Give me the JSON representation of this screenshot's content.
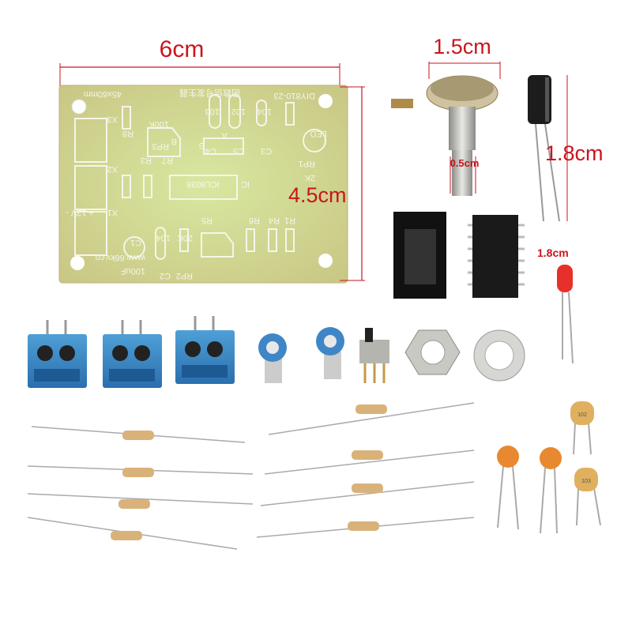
{
  "dimensions": {
    "pcb_width": "6cm",
    "pcb_height": "4.5cm",
    "pot_width": "1.5cm",
    "pot_shaft": "0.5cm",
    "capacitor_height": "1.8cm",
    "led_height": "1.8cm"
  },
  "pcb": {
    "chip": "ICL8038",
    "ic": "IC",
    "rp1": "RP1",
    "rp1_value": "2K",
    "rp2": "RP2",
    "rp2_value": "20K",
    "rp3": "RP3",
    "rp3_value": "100K",
    "switch": "S",
    "switch_a": "A",
    "switch_b": "B",
    "led": "LED",
    "c1": "C1",
    "c1_value": "100uF",
    "c2": "C2",
    "c2_value": "104",
    "c3": "C3",
    "c4": "C4",
    "c5": "C5",
    "c3_value": "104",
    "c4_value": "103",
    "c5_value": "102",
    "r1": "R1",
    "r3": "R3",
    "r4": "R4",
    "r5": "R5",
    "r6": "R6",
    "r7": "R7",
    "r8": "R8",
    "x1": "X1",
    "x2": "X2",
    "x3": "X3",
    "power": "+ 12V -",
    "size": "45x60mm",
    "url": "www.66kv.cn",
    "model": "DIY810-23",
    "title_cn": "函数信号发生器"
  },
  "caps": {
    "small_1": "102",
    "small_2": "103"
  }
}
